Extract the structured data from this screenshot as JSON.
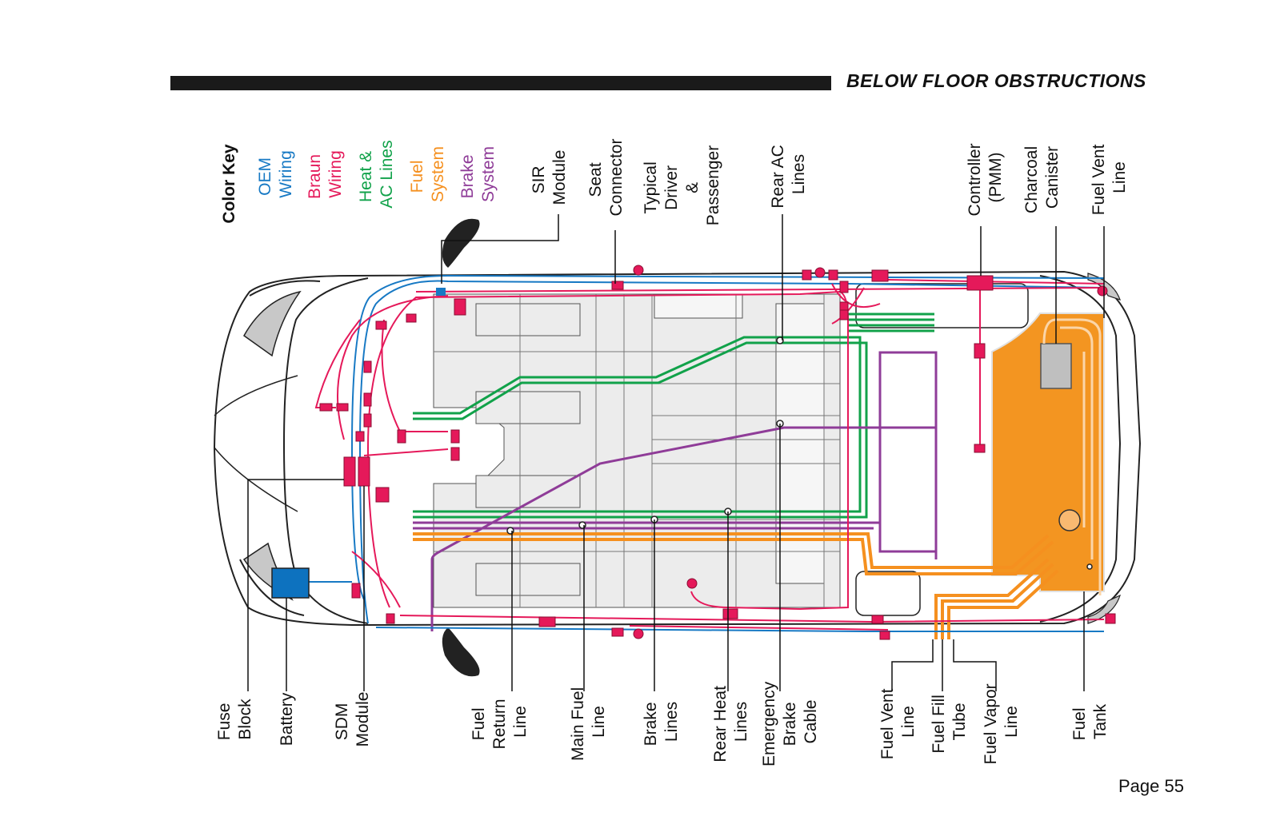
{
  "header": {
    "title": "BELOW FLOOR OBSTRUCTIONS"
  },
  "footer": {
    "page": "Page 55"
  },
  "colors": {
    "oem_wiring": "#1779c4",
    "braun_wiring": "#e5195a",
    "heat_ac_lines": "#11a24a",
    "fuel_system": "#f5901f",
    "brake_system": "#8f3c98",
    "fuel_tank": "#f39521",
    "battery": "#0d72bf",
    "canister": "#bfbfbf"
  },
  "color_key": {
    "title": "Color Key",
    "items": [
      {
        "lines": [
          "OEM",
          "Wiring"
        ]
      },
      {
        "lines": [
          "Braun",
          "Wiring"
        ]
      },
      {
        "lines": [
          "Heat &",
          "AC Lines"
        ]
      },
      {
        "lines": [
          "Fuel",
          "System"
        ]
      },
      {
        "lines": [
          "Brake",
          "System"
        ]
      }
    ]
  },
  "top_labels": [
    {
      "lines": [
        "SIR",
        "Module"
      ]
    },
    {
      "lines": [
        "Seat",
        "Connector"
      ]
    },
    {
      "lines": [
        "Typical",
        "Driver",
        "&",
        "Passenger"
      ]
    },
    {
      "lines": [
        "Rear AC",
        "Lines"
      ]
    },
    {
      "lines": [
        "Controller",
        "(PMM)"
      ]
    },
    {
      "lines": [
        "Charcoal",
        "Canister"
      ]
    },
    {
      "lines": [
        "Fuel Vent",
        "Line"
      ]
    }
  ],
  "bottom_labels": [
    {
      "lines": [
        "Fuse",
        "Block"
      ]
    },
    {
      "lines": [
        "Battery"
      ]
    },
    {
      "lines": [
        "SDM",
        "Module"
      ]
    },
    {
      "lines": [
        "Fuel",
        "Return",
        "Line"
      ]
    },
    {
      "lines": [
        "Main Fuel",
        "Line"
      ]
    },
    {
      "lines": [
        "Brake",
        "Lines"
      ]
    },
    {
      "lines": [
        "Rear Heat",
        "Lines"
      ]
    },
    {
      "lines": [
        "Emergency",
        "Brake",
        "Cable"
      ]
    },
    {
      "lines": [
        "Fuel Vent",
        "Line"
      ]
    },
    {
      "lines": [
        "Fuel Fill",
        "Tube"
      ]
    },
    {
      "lines": [
        "Fuel Vapor",
        "Line"
      ]
    },
    {
      "lines": [
        "Fuel",
        "Tank"
      ]
    }
  ]
}
